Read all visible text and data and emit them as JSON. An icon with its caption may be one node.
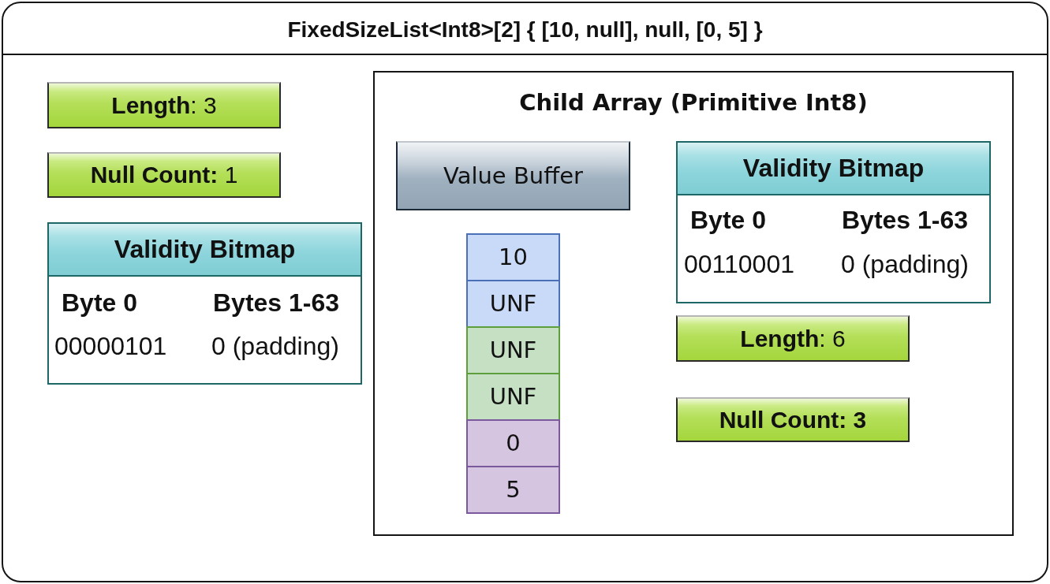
{
  "diagram": {
    "nodes": [
      {
        "text": [
          "FixedSizeList<Int8>[2] { [10, null], null, [0, 5] }"
        ]
      },
      {
        "text": [
          "**Length**: 3"
        ],
        "in": 0
      },
      {
        "text": [
          "**Null Count:** 1"
        ],
        "in": 0
      },
      {
        "text": [
          "Validity Bitmap",
          "Byte 0",
          "Bytes 1-63",
          "00000101",
          "0 (padding)"
        ],
        "in": 0
      },
      {
        "text": [
          "Child Array (Primitive Int8)"
        ],
        "in": 0
      },
      {
        "text": [
          "Value Buffer"
        ],
        "in": 4
      },
      {
        "text": [
          "10"
        ],
        "in": 4
      },
      {
        "text": [
          "UNF"
        ],
        "in": 4
      },
      {
        "text": [
          "UNF"
        ],
        "in": 4
      },
      {
        "text": [
          "UNF"
        ],
        "in": 4
      },
      {
        "text": [
          "0"
        ],
        "in": 4
      },
      {
        "text": [
          "5"
        ],
        "in": 4
      },
      {
        "text": [
          "Validity Bitmap",
          "Byte 0",
          "Bytes 1-63",
          "00110001",
          "0 (padding)"
        ],
        "in": 4
      },
      {
        "text": [
          "**Length**: 6"
        ],
        "in": 4
      },
      {
        "text": [
          "Null Count: 3"
        ],
        "in": 4
      }
    ]
  }
}
